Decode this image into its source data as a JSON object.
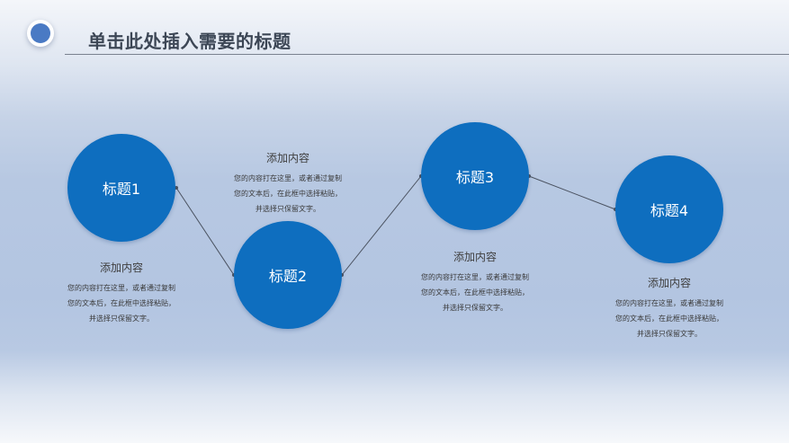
{
  "header": {
    "title": "单击此处插入需要的标题"
  },
  "nodes": [
    {
      "label": "标题1"
    },
    {
      "label": "标题2"
    },
    {
      "label": "标题3"
    },
    {
      "label": "标题4"
    }
  ],
  "blocks": [
    {
      "heading": "添加内容",
      "lines": [
        "您的内容打在这里，或者通过复制",
        "您的文本后，在此框中选择粘贴，",
        "并选择只保留文字。"
      ]
    },
    {
      "heading": "添加内容",
      "lines": [
        "您的内容打在这里，或者通过复制",
        "您的文本后，在此框中选择粘贴，",
        "并选择只保留文字。"
      ]
    },
    {
      "heading": "添加内容",
      "lines": [
        "您的内容打在这里，或者通过复制",
        "您的文本后，在此框中选择粘贴，",
        "并选择只保留文字。"
      ]
    },
    {
      "heading": "添加内容",
      "lines": [
        "您的内容打在这里，或者通过复制",
        "您的文本后，在此框中选择粘贴，",
        "并选择只保留文字。"
      ]
    }
  ],
  "colors": {
    "node_fill": "#0e6ebf",
    "title_text": "#3c4655",
    "connector": "#4a5260"
  }
}
